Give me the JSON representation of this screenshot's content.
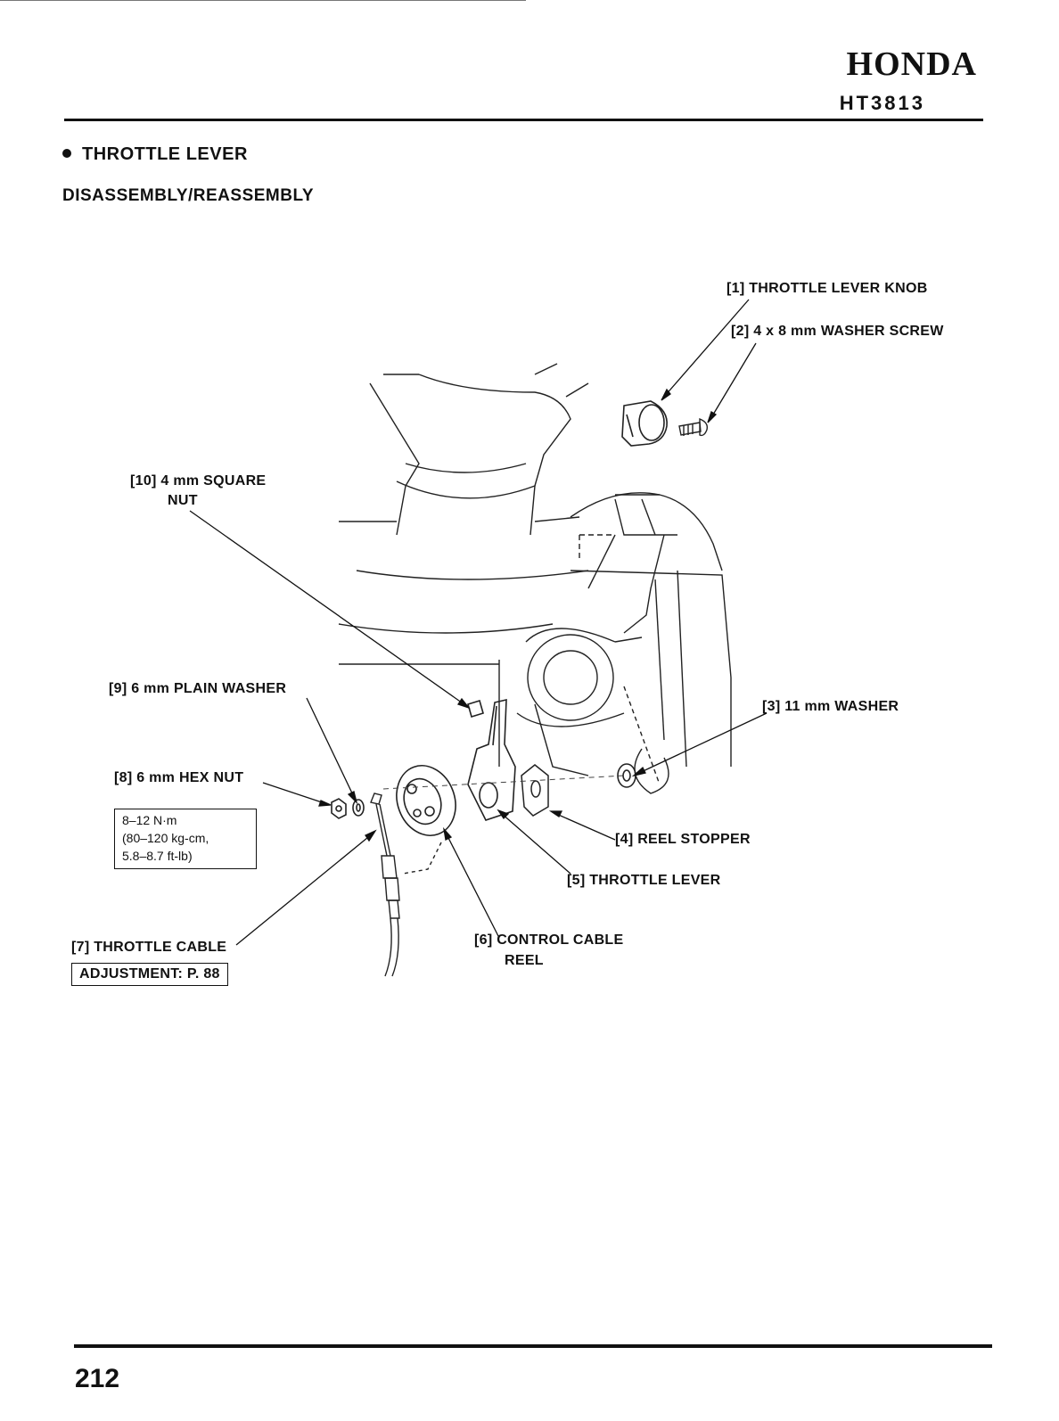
{
  "header": {
    "brand": "HONDA",
    "model": "HT3813"
  },
  "section": {
    "title": "THROTTLE LEVER",
    "subtitle": "DISASSEMBLY/REASSEMBLY"
  },
  "callouts": {
    "c1": "[1] THROTTLE LEVER KNOB",
    "c2": "[2] 4 x 8 mm WASHER SCREW",
    "c3": "[3] 11 mm WASHER",
    "c4": "[4] REEL STOPPER",
    "c5": "[5] THROTTLE LEVER",
    "c6_line1": "[6] CONTROL CABLE",
    "c6_line2": "REEL",
    "c7": "[7] THROTTLE CABLE",
    "c7_note": "ADJUSTMENT: P. 88",
    "c8": "[8] 6 mm HEX NUT",
    "c8_torque": [
      "8–12 N·m",
      "(80–120 kg-cm,",
      "5.8–8.7 ft-lb)"
    ],
    "c9": "[9] 6 mm PLAIN WASHER",
    "c10_line1": "[10] 4 mm SQUARE",
    "c10_line2": "NUT"
  },
  "footer": {
    "page_number": "212"
  }
}
